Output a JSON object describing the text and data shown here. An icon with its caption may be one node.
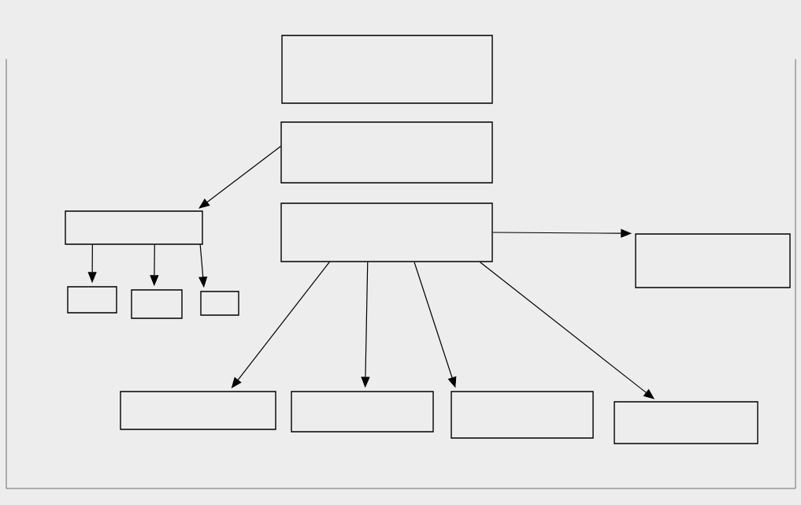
{
  "diagram": {
    "nodes": [
      {
        "text": [],
        "shape": "box"
      },
      {
        "text": [],
        "shape": "box"
      },
      {
        "text": [],
        "shape": "box"
      },
      {
        "text": [],
        "shape": "box"
      },
      {
        "text": [],
        "shape": "box"
      },
      {
        "text": [],
        "shape": "box"
      },
      {
        "text": [],
        "shape": "box"
      },
      {
        "text": [],
        "shape": "box"
      },
      {
        "text": [],
        "shape": "box"
      },
      {
        "text": [],
        "shape": "box"
      },
      {
        "text": [],
        "shape": "box"
      },
      {
        "text": [],
        "shape": "box"
      }
    ],
    "edges": [
      {
        "from": 1,
        "to": 2,
        "arrow": "to"
      },
      {
        "from": 2,
        "to": 5,
        "arrow": "to"
      },
      {
        "from": 2,
        "to": 6,
        "arrow": "to"
      },
      {
        "from": 2,
        "to": 7,
        "arrow": "to"
      },
      {
        "from": 3,
        "to": 4,
        "arrow": "to"
      },
      {
        "from": 3,
        "to": 8,
        "arrow": "to"
      },
      {
        "from": 3,
        "to": 9,
        "arrow": "to"
      },
      {
        "from": 3,
        "to": 10,
        "arrow": "to"
      },
      {
        "from": 3,
        "to": 11,
        "arrow": "to"
      }
    ]
  }
}
